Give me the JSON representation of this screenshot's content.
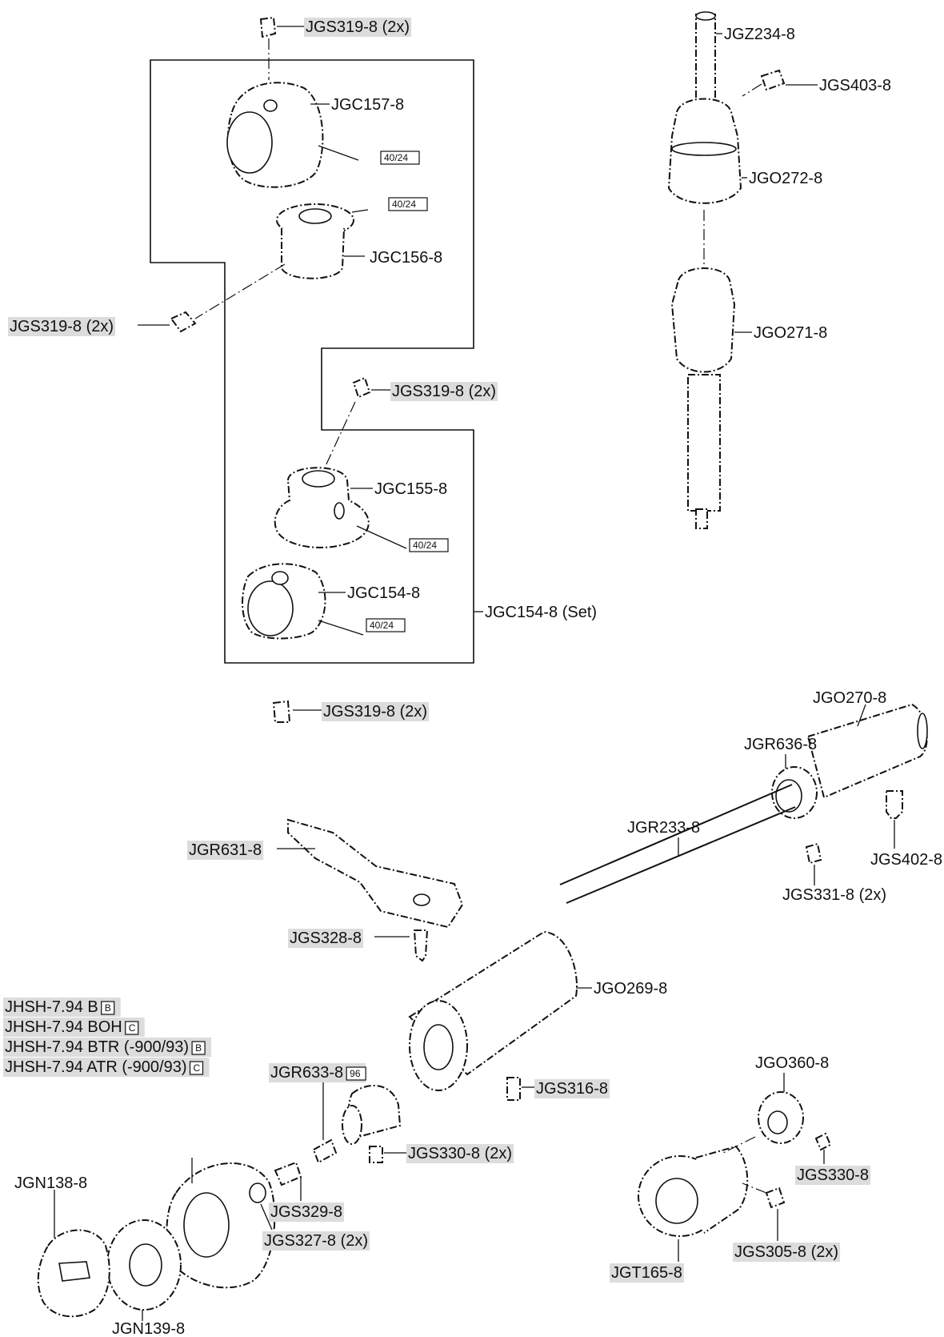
{
  "labels": {
    "l_319_top": "JGS319-8 (2x)",
    "l_319_left": "JGS319-8 (2x)",
    "l_319_mid": "JGS319-8 (2x)",
    "l_319_bottom": "JGS319-8 (2x)",
    "l_157": "JGC157-8",
    "l_156": "JGC156-8",
    "l_155": "JGC155-8",
    "l_154": "JGC154-8",
    "l_154set": "JGC154-8 (Set)",
    "l_z234": "JGZ234-8",
    "l_s403": "JGS403-8",
    "l_o272": "JGO272-8",
    "l_o271": "JGO271-8",
    "l_o270": "JGO270-8",
    "l_r636": "JGR636-8",
    "l_r233": "JGR233-8",
    "l_s402": "JGS402-8",
    "l_s331": "JGS331-8 (2x)",
    "l_r631": "JGR631-8",
    "l_s328": "JGS328-8",
    "l_o269": "JGO269-8",
    "l_jhsh1": "JHSH-7.94 B",
    "l_jhsh2": "JHSH-7.94 BOH",
    "l_jhsh3": "JHSH-7.94 BTR (-900/93)",
    "l_jhsh4": "JHSH-7.94 ATR (-900/93)",
    "l_r633": "JGR633-8",
    "l_s316": "JGS316-8",
    "l_o360": "JGO360-8",
    "l_s330x2": "JGS330-8 (2x)",
    "l_s329": "JGS329-8",
    "l_s330": "JGS330-8",
    "l_n138": "JGN138-8",
    "l_s327": "JGS327-8 (2x)",
    "l_s305": "JGS305-8 (2x)",
    "l_t165": "JGT165-8",
    "l_n139": "JGN139-8"
  },
  "badges": {
    "b_157": "40/24",
    "b_156": "40/24",
    "b_155": "40/24",
    "b_154": "40/24",
    "b_jhsh1": "B",
    "b_jhsh2": "C",
    "b_jhsh3": "B",
    "b_jhsh4": "C",
    "b_r633": "96"
  },
  "colors": {
    "label_highlight": "#dcdcdc",
    "ink": "#111111",
    "paper": "#ffffff"
  }
}
